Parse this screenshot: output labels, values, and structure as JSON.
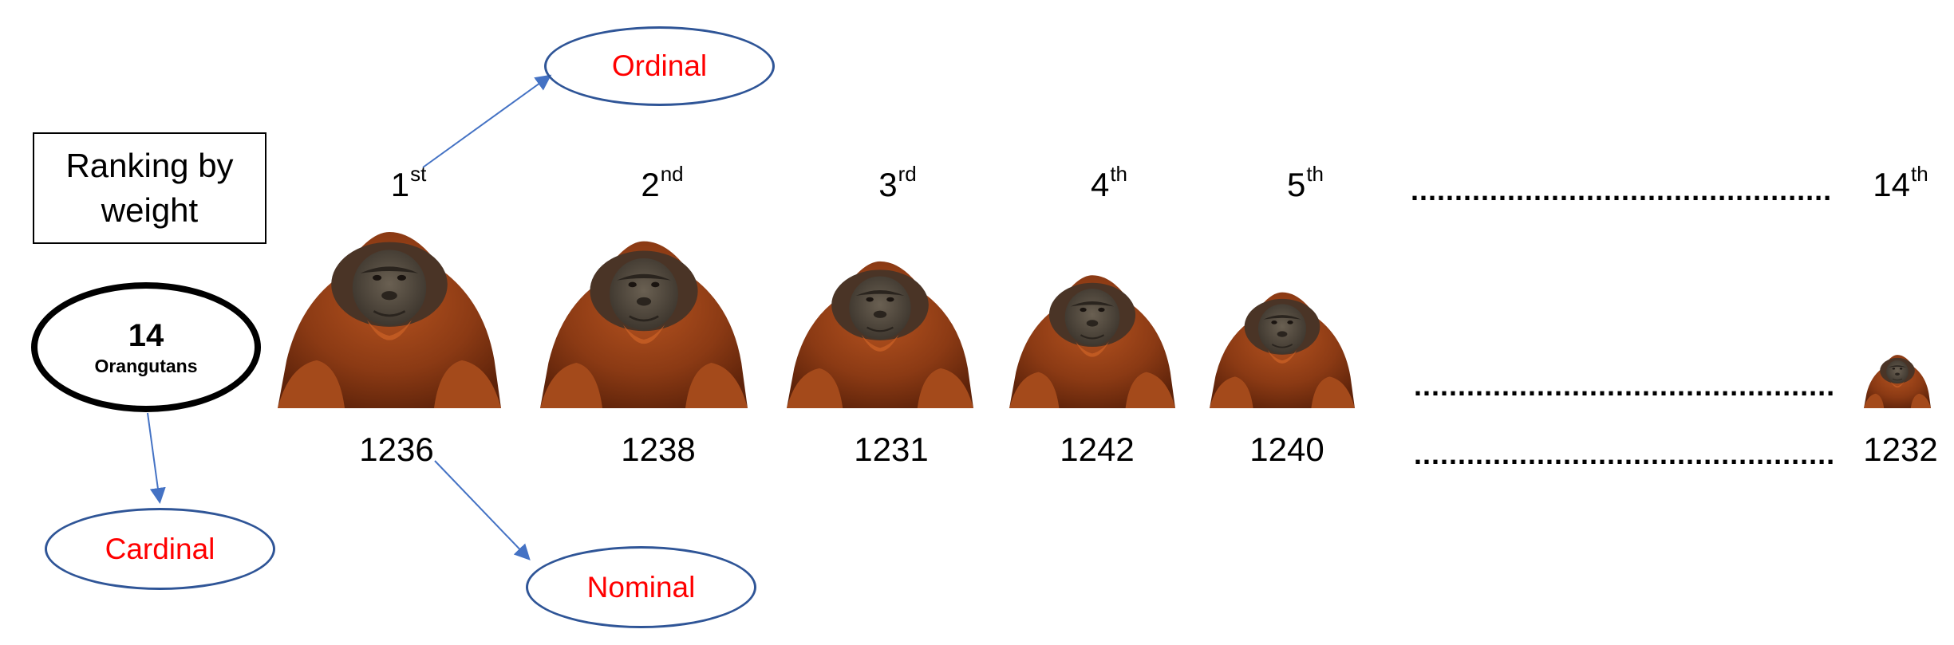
{
  "title_box": {
    "line1": "Ranking by",
    "line2": "weight"
  },
  "total": {
    "count": "14",
    "label": "Orangutans"
  },
  "labels": {
    "ordinal": "Ordinal",
    "cardinal": "Cardinal",
    "nominal": "Nominal"
  },
  "ranks": [
    {
      "num": "1",
      "suffix": "st",
      "id": "1236"
    },
    {
      "num": "2",
      "suffix": "nd",
      "id": "1238"
    },
    {
      "num": "3",
      "suffix": "rd",
      "id": "1231"
    },
    {
      "num": "4",
      "suffix": "th",
      "id": "1242"
    },
    {
      "num": "5",
      "suffix": "th",
      "id": "1240"
    },
    {
      "num": "14",
      "suffix": "th",
      "id": "1232"
    }
  ],
  "ellipsis": "................................................",
  "colors": {
    "oval_border": "#2f5597",
    "label_text": "#ff0000",
    "arrow": "#4472c4",
    "fur": "#8b3a14",
    "face": "#4a4238"
  }
}
